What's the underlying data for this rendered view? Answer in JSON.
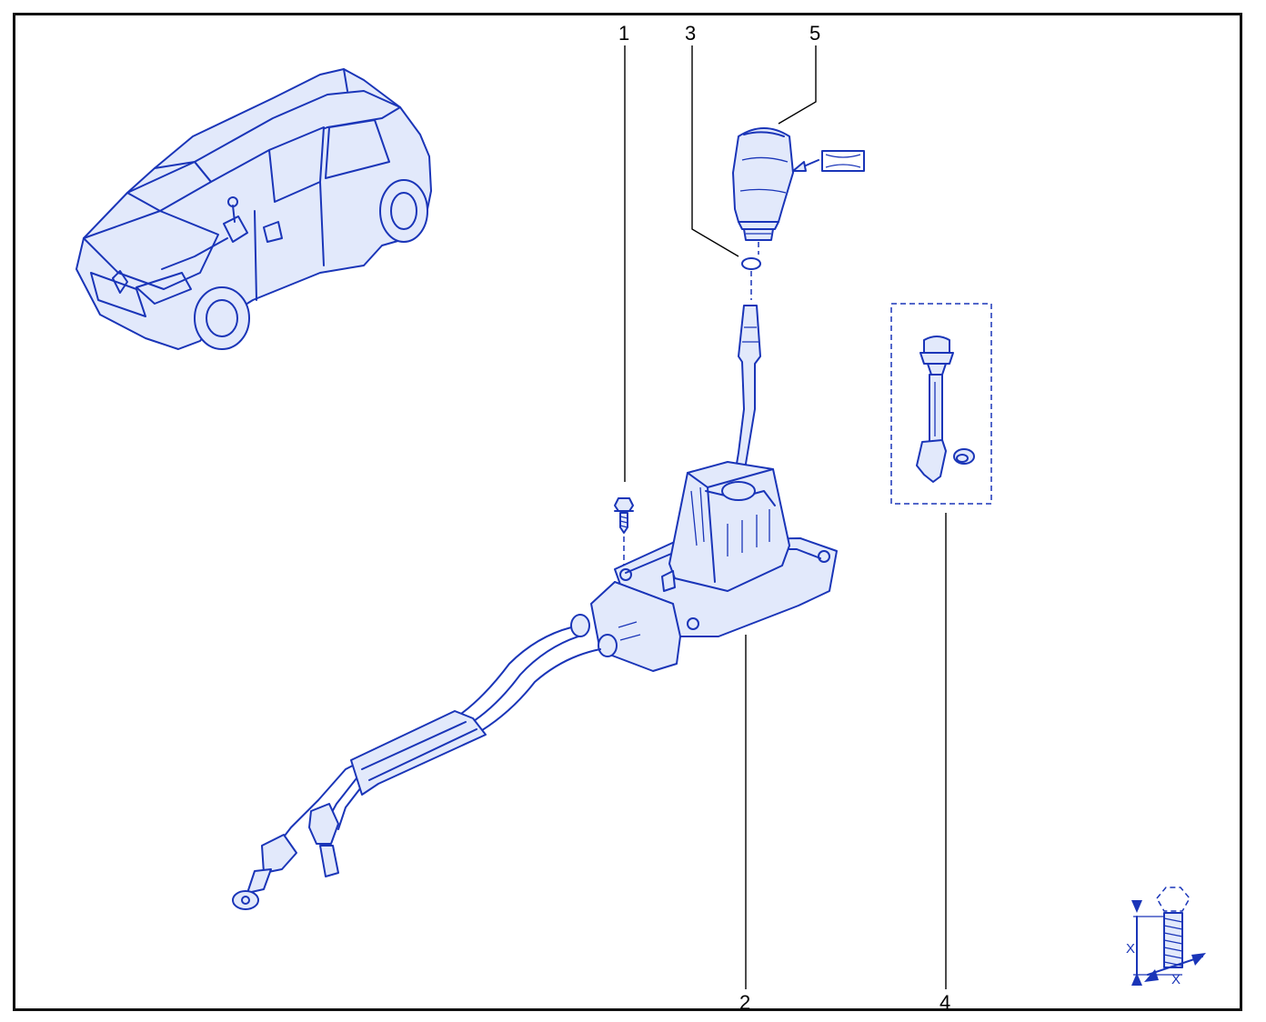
{
  "colors": {
    "ink": "#1a35b8",
    "fill": "#e2e9fb",
    "frame": "#111111",
    "leader": "#000000",
    "background": "#ffffff"
  },
  "callouts": [
    {
      "id": "1",
      "label": "1"
    },
    {
      "id": "2",
      "label": "2"
    },
    {
      "id": "3",
      "label": "3"
    },
    {
      "id": "4",
      "label": "4"
    },
    {
      "id": "5",
      "label": "5"
    }
  ],
  "bolt_symbol": {
    "dim_label": "X"
  },
  "icons": [
    "vehicle-locator-icon",
    "gear-lever-assembly-icon",
    "screw-icon",
    "o-ring-icon",
    "gear-knob-icon",
    "repair-kit-icon",
    "bolt-length-icon",
    "note-reference-icon"
  ]
}
